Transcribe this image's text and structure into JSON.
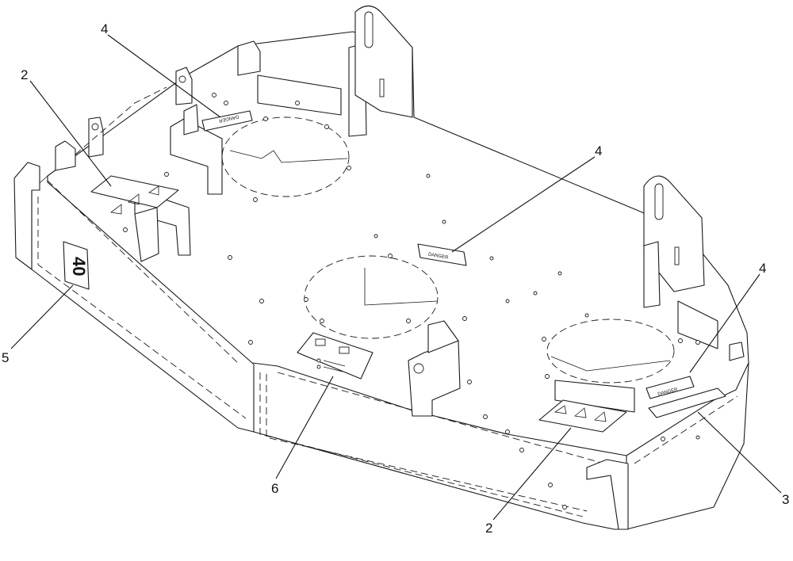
{
  "callouts": [
    {
      "id": "c1",
      "label": "2"
    },
    {
      "id": "c2",
      "label": "4"
    },
    {
      "id": "c3",
      "label": "4"
    },
    {
      "id": "c4",
      "label": "4"
    },
    {
      "id": "c5",
      "label": "5"
    },
    {
      "id": "c6",
      "label": "6"
    },
    {
      "id": "c7",
      "label": "2"
    },
    {
      "id": "c8",
      "label": "3"
    }
  ],
  "decals": {
    "danger_text": "DANGER",
    "logo_text": "40"
  }
}
